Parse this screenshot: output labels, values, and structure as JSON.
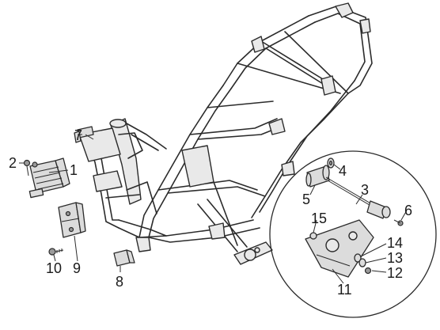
{
  "callouts": [
    {
      "id": "1",
      "label": "1"
    },
    {
      "id": "2",
      "label": "2"
    },
    {
      "id": "3",
      "label": "3"
    },
    {
      "id": "4",
      "label": "4"
    },
    {
      "id": "5",
      "label": "5"
    },
    {
      "id": "6",
      "label": "6"
    },
    {
      "id": "7",
      "label": "7"
    },
    {
      "id": "8",
      "label": "8"
    },
    {
      "id": "9",
      "label": "9"
    },
    {
      "id": "10",
      "label": "10"
    },
    {
      "id": "11",
      "label": "11"
    },
    {
      "id": "12",
      "label": "12"
    },
    {
      "id": "13",
      "label": "13"
    },
    {
      "id": "14",
      "label": "14"
    },
    {
      "id": "15",
      "label": "15"
    }
  ],
  "colors": {
    "line": "#2b2b2b",
    "part_fill": "#dcdcdc",
    "frame_fill": "#e9e9e9",
    "background": "#ffffff"
  }
}
